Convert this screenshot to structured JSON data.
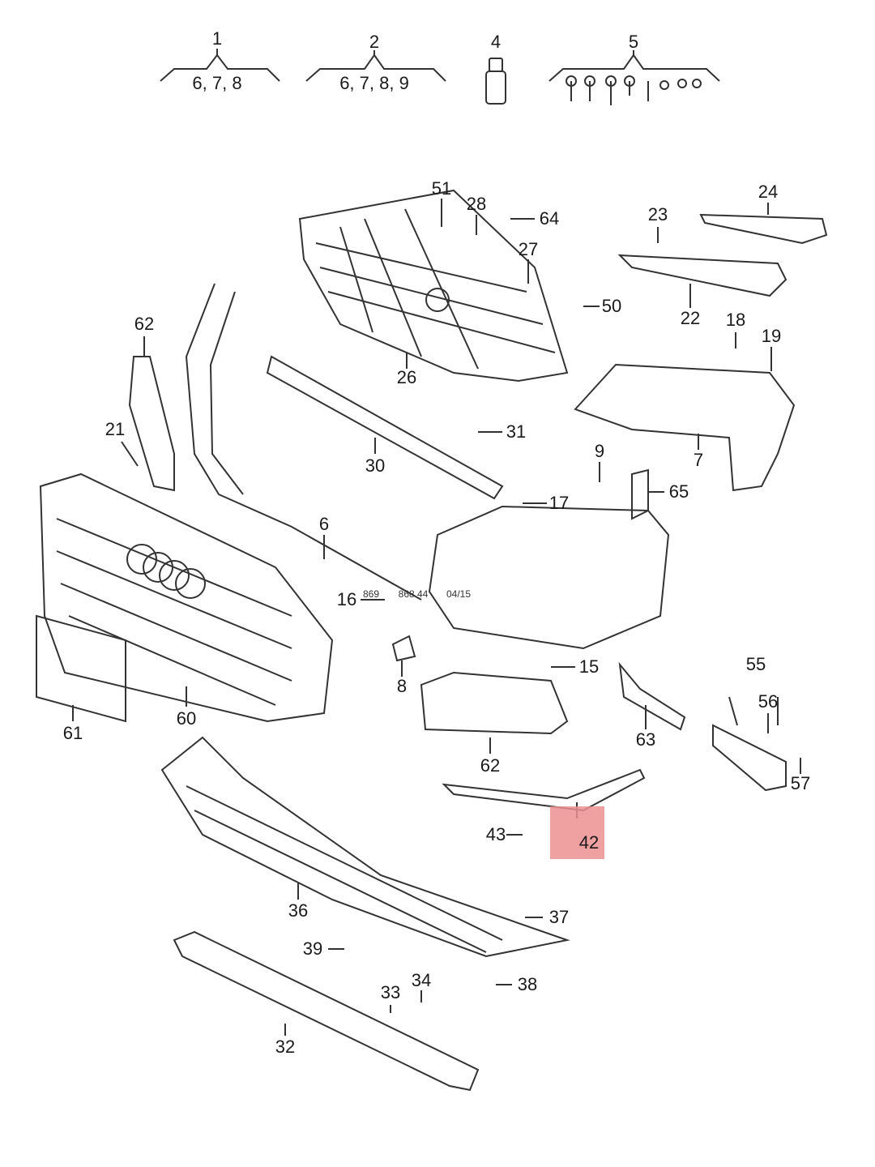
{
  "diagram": {
    "highlight_color": "#ec8f90",
    "highlighted_part": "42",
    "groups": [
      {
        "id": "1",
        "contains": "6, 7, 8"
      },
      {
        "id": "2",
        "contains": "6, 7, 8, 9"
      },
      {
        "id": "4"
      },
      {
        "id": "5"
      }
    ],
    "labels": {
      "p51": "51",
      "p28": "28",
      "p64": "64",
      "p27": "27",
      "p50": "50",
      "p26": "26",
      "p23": "23",
      "p24": "24",
      "p22": "22",
      "p18": "18",
      "p19": "19",
      "p62a": "62",
      "p21": "21",
      "p31": "31",
      "p30": "30",
      "p7": "7",
      "p9": "9",
      "p65": "65",
      "p17": "17",
      "p6": "6",
      "p16": "16",
      "p8": "8",
      "p15": "15",
      "p55": "55",
      "p56": "56",
      "p57": "57",
      "p63": "63",
      "p62b": "62",
      "p61": "61",
      "p60": "60",
      "p43": "43",
      "p42": "42",
      "p36": "36",
      "p37": "37",
      "p39": "39",
      "p38": "38",
      "p33": "33",
      "p34": "34",
      "p32": "32"
    },
    "small_note": [
      "869",
      "868 44",
      "04/15"
    ]
  }
}
